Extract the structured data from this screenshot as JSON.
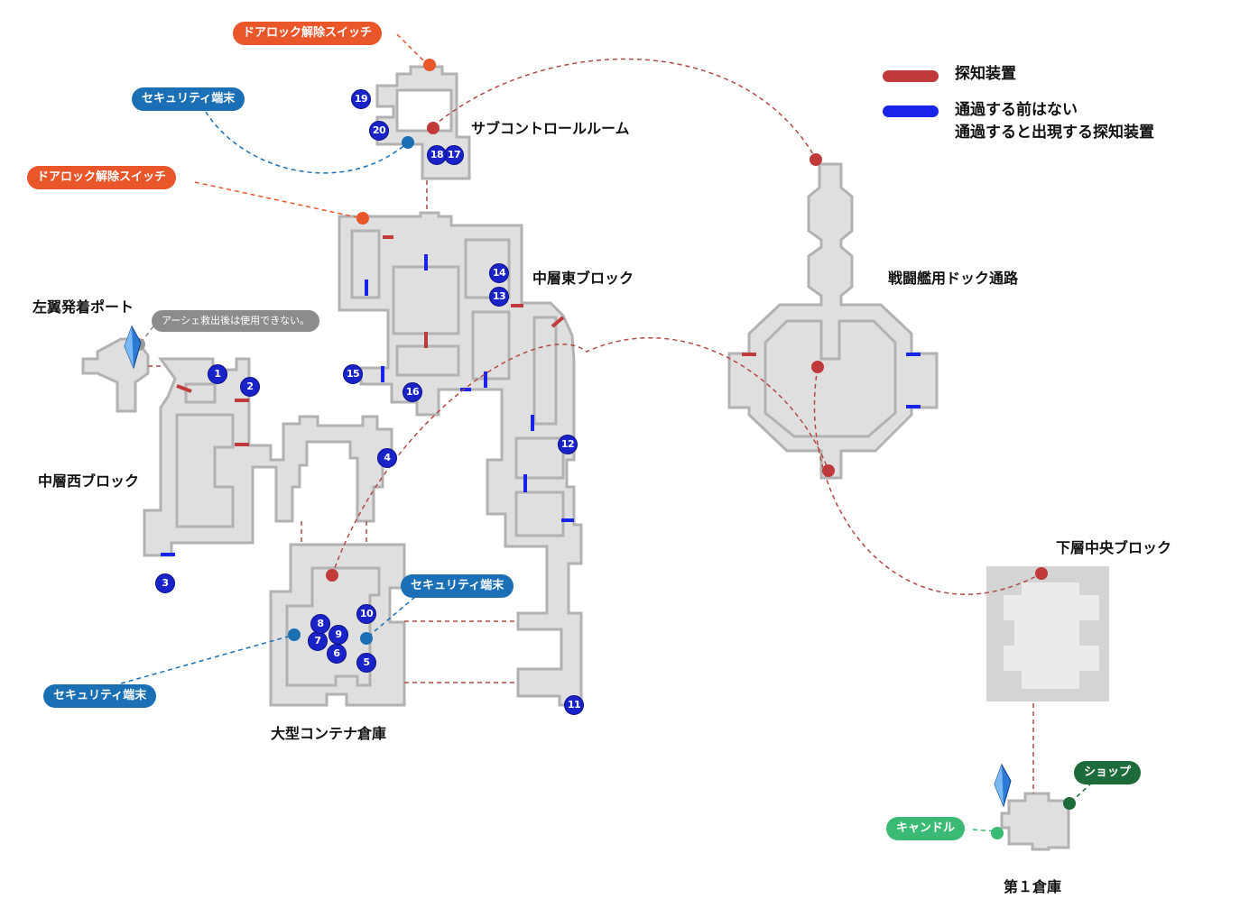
{
  "legend": {
    "detector_label": "探知装置",
    "hidden_detector_line1": "通過する前はない",
    "hidden_detector_line2": "通過すると出現する探知装置",
    "detector_color": "#c0393b",
    "hidden_detector_color": "#1a23e8"
  },
  "areas": {
    "sub_control_room": "サブコントロールルーム",
    "middle_east_block": "中層東ブロック",
    "left_wing_port": "左翼発着ポート",
    "middle_west_block": "中層西ブロック",
    "large_container_warehouse": "大型コンテナ倉庫",
    "battleship_dock_passage": "戦闘艦用ドック通路",
    "lower_central_block": "下層中央ブロック",
    "warehouse_1": "第１倉庫"
  },
  "callouts": {
    "door_lock_switch_top": "ドアロック解除スイッチ",
    "door_lock_switch_mid": "ドアロック解除スイッチ",
    "security_terminal_top": "セキュリティ端末",
    "security_terminal_right": "セキュリティ端末",
    "security_terminal_left": "セキュリティ端末",
    "port_note": "アーシェ救出後は使用できない。",
    "shop": "ショップ",
    "candle": "キャンドル"
  },
  "markers": [
    "1",
    "2",
    "3",
    "4",
    "5",
    "6",
    "7",
    "8",
    "9",
    "10",
    "11",
    "12",
    "13",
    "14",
    "15",
    "16",
    "17",
    "18",
    "19",
    "20"
  ],
  "colors": {
    "floor": "#dedede",
    "wall": "#b0b0b0",
    "orange": "#e8562a",
    "security_blue": "#1a6fb5",
    "shop_green": "#1d6a3a",
    "candle_green": "#3aba74"
  }
}
